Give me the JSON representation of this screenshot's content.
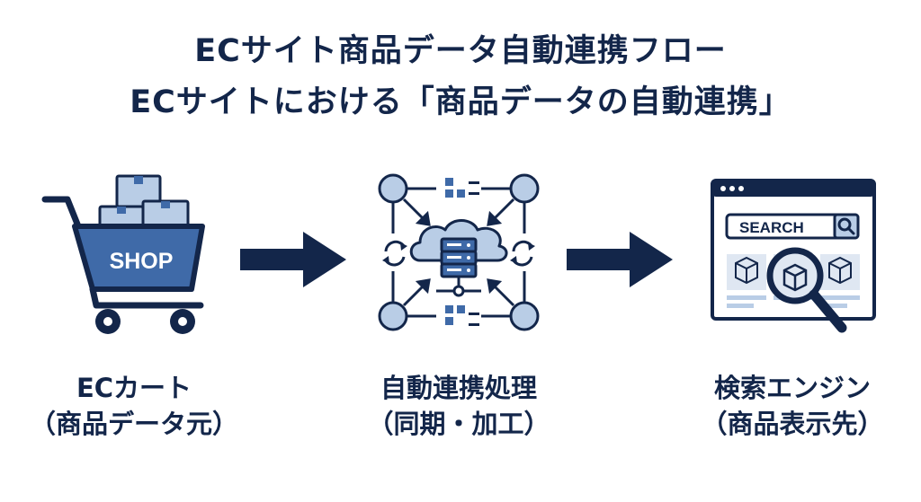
{
  "title": {
    "line1": "ECサイト商品データ自動連携フロー",
    "line2": "ECサイトにおける「商品データの自動連携」"
  },
  "steps": [
    {
      "icon": "shopping-cart-icon",
      "badge": "SHOP",
      "label": "ECカート",
      "sub": "（商品データ元）"
    },
    {
      "icon": "cloud-server-sync-icon",
      "label": "自動連携処理",
      "sub": "（同期・加工）"
    },
    {
      "icon": "search-engine-browser-icon",
      "search_text": "SEARCH",
      "label": "検索エンジン",
      "sub": "（商品表示先）"
    }
  ],
  "colors": {
    "navy": "#13264a",
    "blue": "#3f6aa8",
    "light_blue": "#b9cde6",
    "pale": "#dfe7f2"
  }
}
